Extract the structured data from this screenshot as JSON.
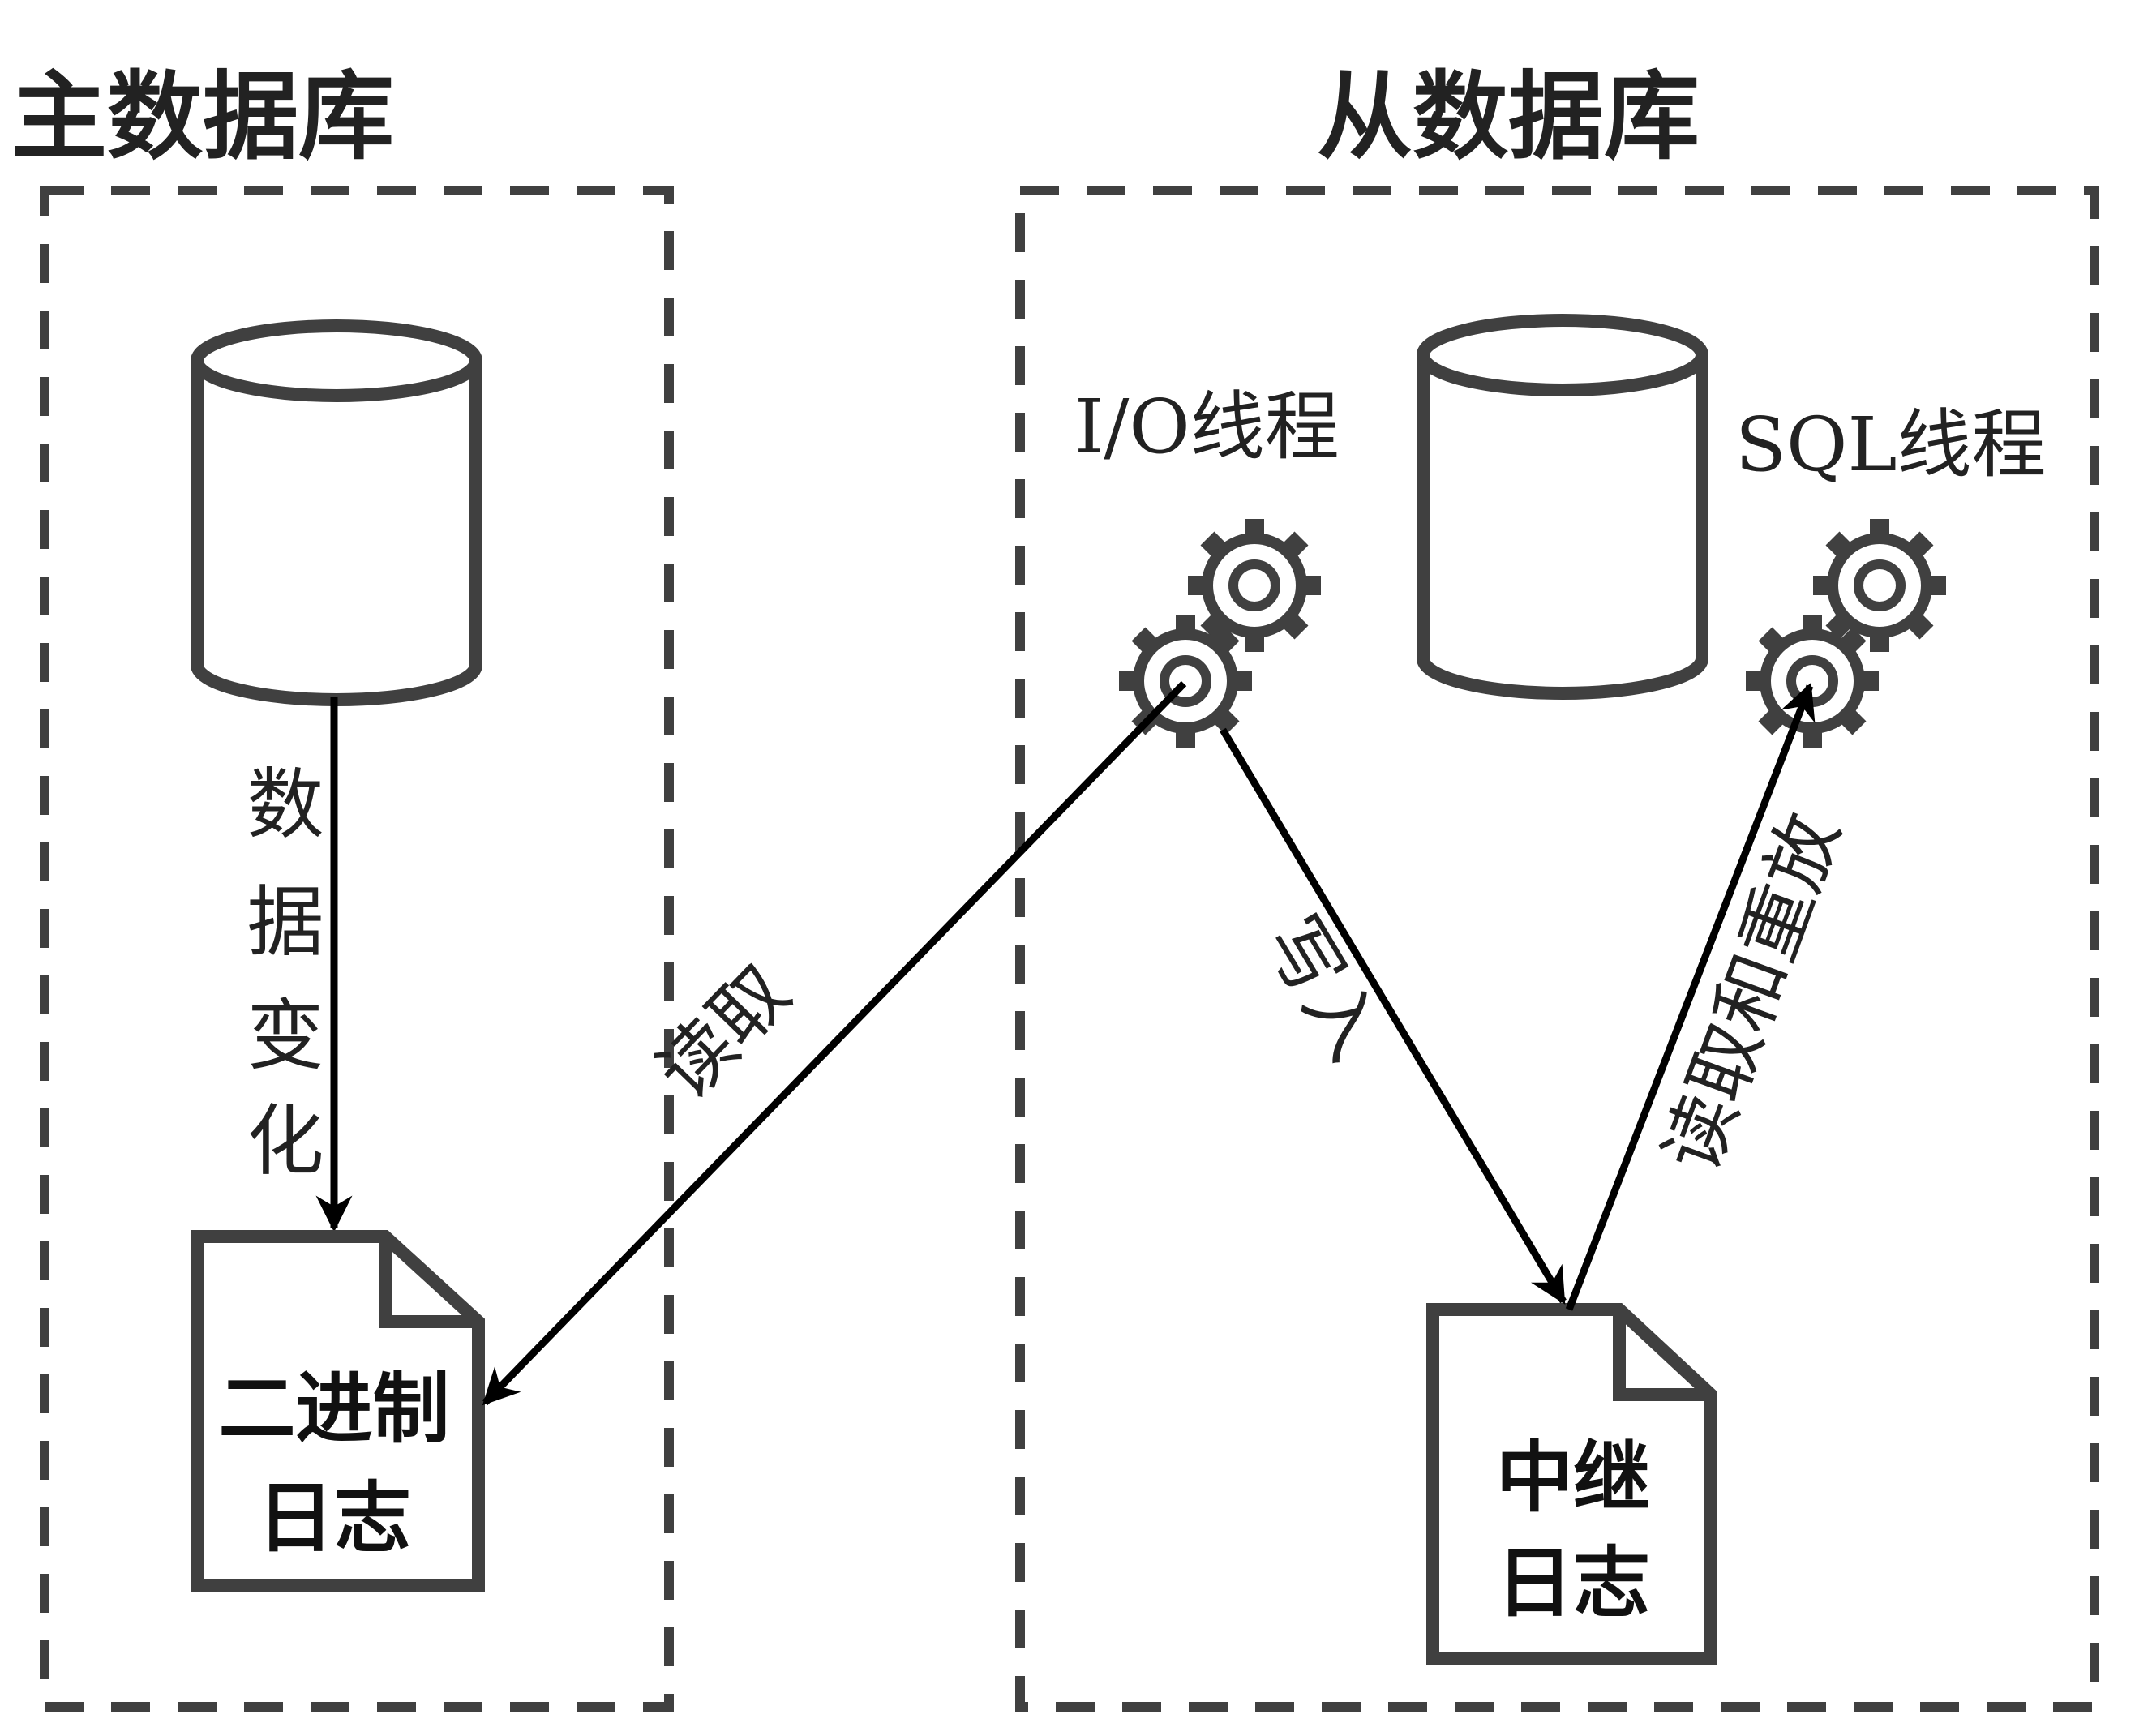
{
  "master": {
    "title": "主数据库",
    "data_change_label": [
      "数",
      "据",
      "变",
      "化"
    ],
    "binlog_label": [
      "二进制",
      "日志"
    ]
  },
  "slave": {
    "title": "从数据库",
    "io_thread_label": "I/O线程",
    "sql_thread_label": "SQL线程",
    "relay_log_label": [
      "中继",
      "日志"
    ]
  },
  "edges": {
    "read": "读取",
    "write": "写入",
    "read_replay": "读取和重放"
  },
  "colors": {
    "outline": "#404040",
    "arrow": "#000000",
    "background": "#ffffff"
  },
  "icons": {
    "database": "database-icon",
    "gear": "gear-icon",
    "document": "document-icon"
  }
}
